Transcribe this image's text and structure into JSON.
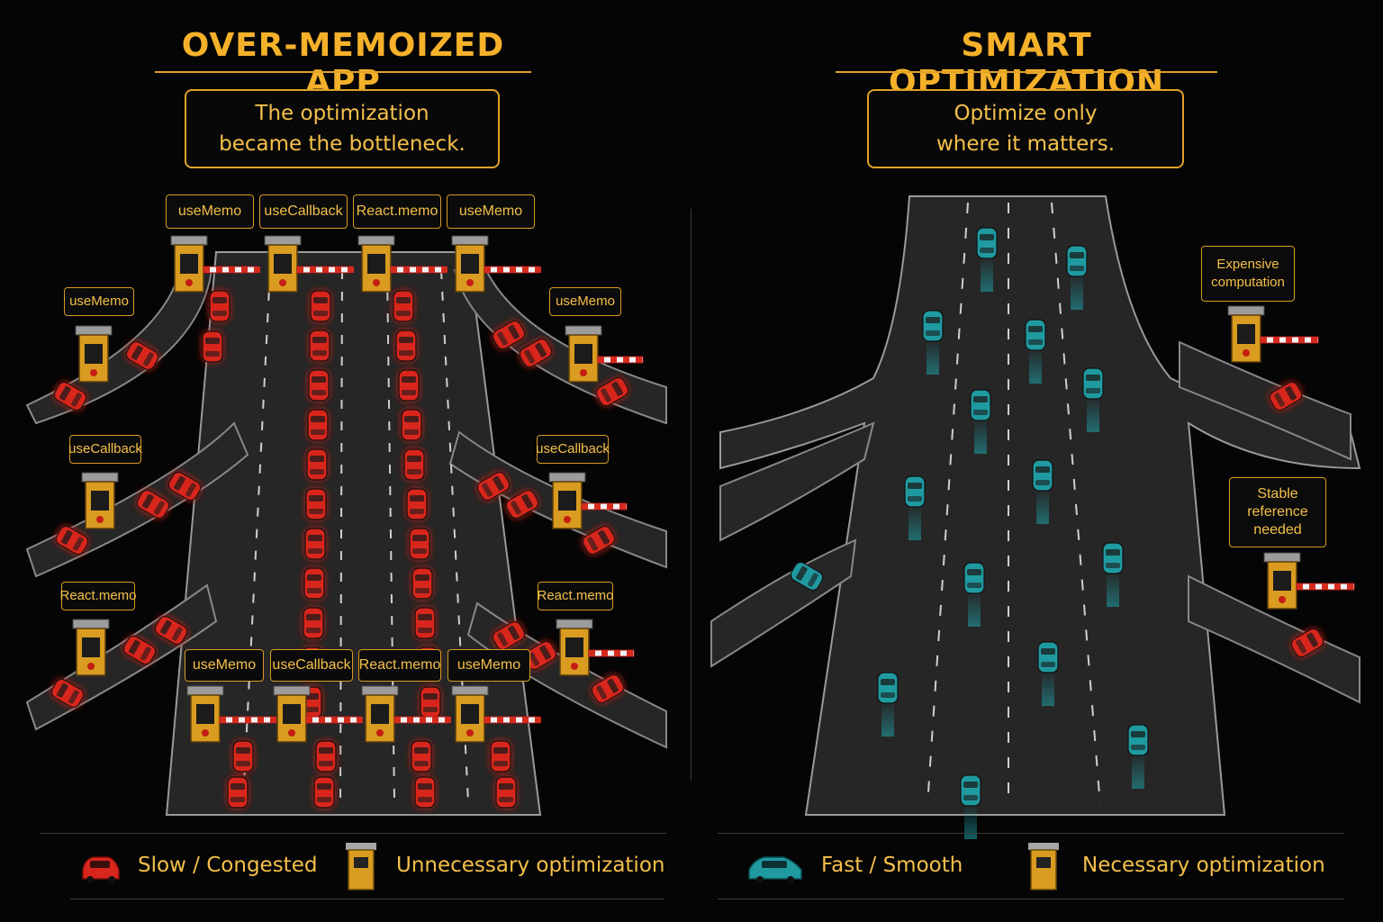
{
  "left_panel": {
    "title": "OVER-MEMOIZED APP",
    "caption_line1": "The optimization",
    "caption_line2": "became the bottleneck.",
    "top_booths": [
      "useMemo",
      "useCallback",
      "React.memo",
      "useMemo"
    ],
    "bottom_booths": [
      "useMemo",
      "useCallback",
      "React.memo",
      "useMemo"
    ],
    "left_side_booths": [
      "useMemo",
      "useCallback",
      "React.memo"
    ],
    "right_side_booths": [
      "useMemo",
      "useCallback",
      "React.memo"
    ]
  },
  "right_panel": {
    "title": "SMART OPTIMIZATION",
    "caption_line1": "Optimize only",
    "caption_line2": "where it matters.",
    "booth1_line1": "Expensive",
    "booth1_line2": "computation",
    "booth2_line1": "Stable",
    "booth2_line2": "reference",
    "booth2_line3": "needed"
  },
  "legend": {
    "slow": "Slow / Congested",
    "unnecessary": "Unnecessary optimization",
    "fast": "Fast / Smooth",
    "necessary": "Necessary optimization"
  },
  "colors": {
    "congested_car": "#d9261c",
    "smooth_car": "#1f9aa0",
    "accent": "#f5b12a",
    "road": "#2a2a2a"
  }
}
